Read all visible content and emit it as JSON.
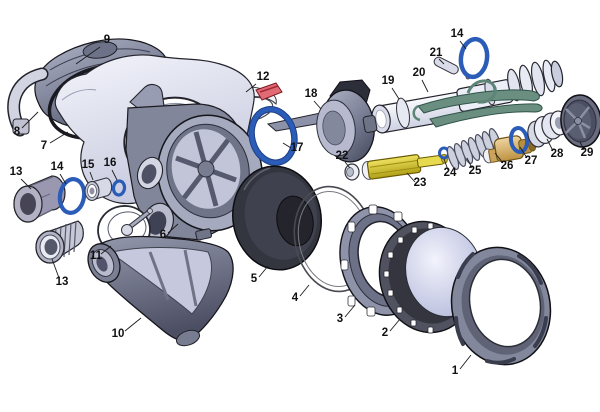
{
  "diagram": {
    "type": "exploded-parts-diagram",
    "subject": "regulator-second-stage-exploded-view",
    "background": "#ffffff",
    "colors": {
      "oring_blue": "#2b5cb8",
      "metal_gray": "#9aa0b6",
      "light_housing": "#e4e6f4",
      "dark_rubber": "#34363f",
      "brass_yellow": "#d6c32e",
      "brass_tan": "#d9b26c",
      "clip_red": "#e26a74",
      "fork_teal": "#6a8f81",
      "outline": "#1a1a20"
    }
  },
  "callouts": [
    {
      "num": "9"
    },
    {
      "num": "8"
    },
    {
      "num": "7"
    },
    {
      "num": "12"
    },
    {
      "num": "13"
    },
    {
      "num": "14"
    },
    {
      "num": "15"
    },
    {
      "num": "16"
    },
    {
      "num": "13"
    },
    {
      "num": "11"
    },
    {
      "num": "6"
    },
    {
      "num": "10"
    },
    {
      "num": "17"
    },
    {
      "num": "18"
    },
    {
      "num": "19"
    },
    {
      "num": "20"
    },
    {
      "num": "21"
    },
    {
      "num": "14"
    },
    {
      "num": "22"
    },
    {
      "num": "23"
    },
    {
      "num": "24"
    },
    {
      "num": "25"
    },
    {
      "num": "26"
    },
    {
      "num": "27"
    },
    {
      "num": "28"
    },
    {
      "num": "29"
    },
    {
      "num": "5"
    },
    {
      "num": "4"
    },
    {
      "num": "3"
    },
    {
      "num": "2"
    },
    {
      "num": "1"
    }
  ]
}
